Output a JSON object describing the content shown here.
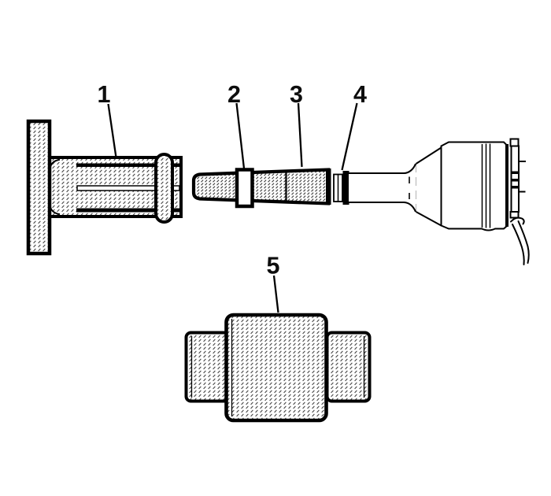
{
  "figure": {
    "kind": "exploded-parts-line-drawing",
    "background_color": "#ffffff",
    "line_color": "#000000",
    "hatch_color": "#3c3c3c"
  },
  "callouts": [
    {
      "label": "1"
    },
    {
      "label": "2"
    },
    {
      "label": "3"
    },
    {
      "label": "4"
    },
    {
      "label": "5"
    }
  ]
}
